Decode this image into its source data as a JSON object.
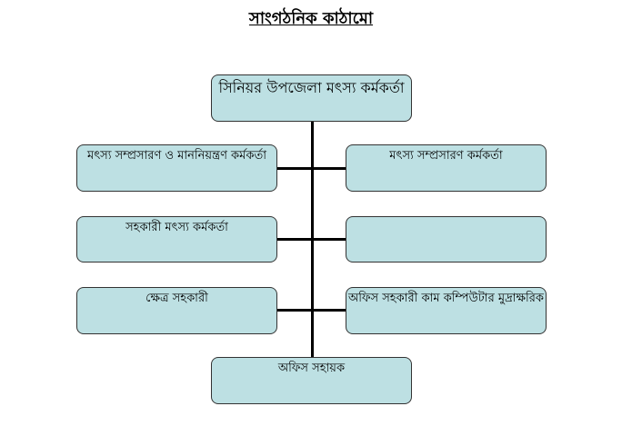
{
  "title": "সাংগঠনিক কাঠামো",
  "nodes": {
    "head": "সিনিয়র উপজেলা মৎস্য কর্মকর্তা",
    "left1": "মৎস্য সম্প্রসারণ ও মাননিয়ন্ত্রণ কর্মকর্তা",
    "right1": "মৎস্য সম্প্রসারণ কর্মকর্তা",
    "left2": "সহকারী মৎস্য কর্মকর্তা",
    "right2": "",
    "left3": "ক্ষেত্র সহকারী",
    "right3": "অফিস সহকারী কাম কম্পিউটার মুদ্রাক্ষরিক",
    "bottom": "অফিস সহায়ক"
  },
  "colors": {
    "box_fill": "#bde0e3",
    "line": "#000000"
  }
}
